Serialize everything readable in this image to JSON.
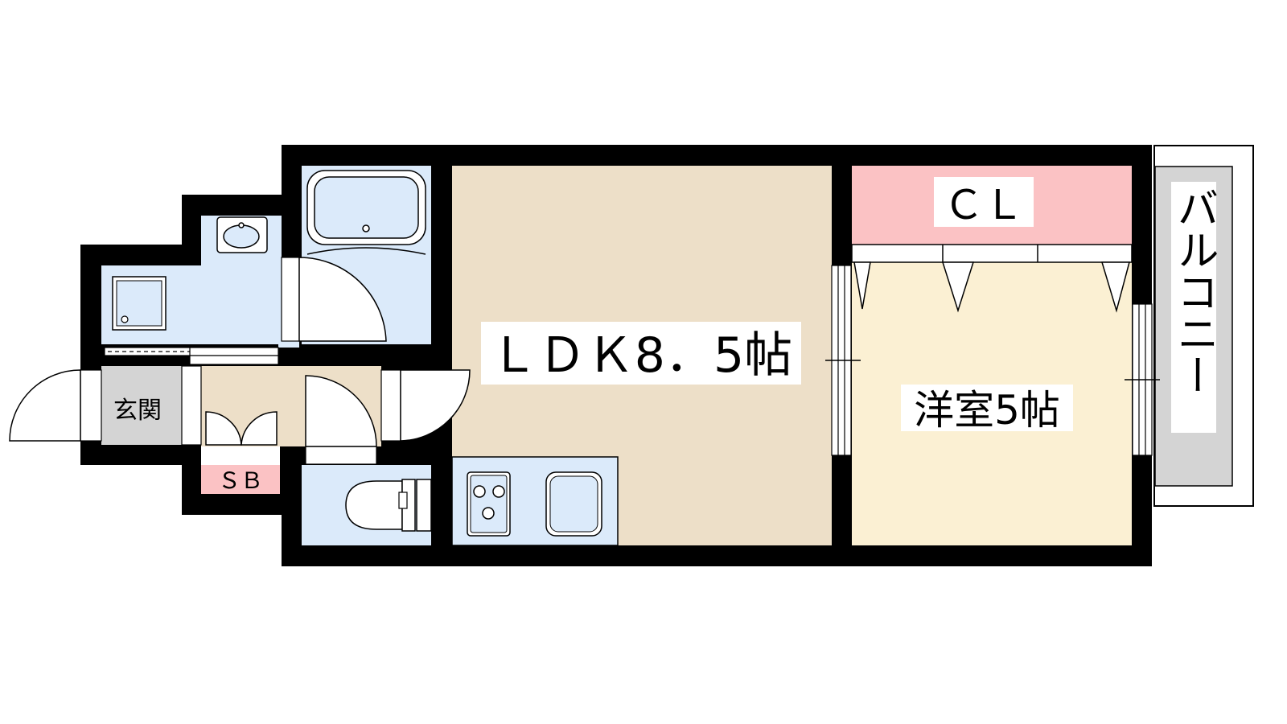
{
  "rooms": {
    "ldk": "ＬＤＫ8．5帖",
    "western": "洋室5帖",
    "closet": "ＣＬ",
    "entrance": "玄関",
    "shoe_box": "ＳＢ",
    "balcony": "バルコニー"
  },
  "colors": {
    "wall": "#000000",
    "wet_area": "#dbeafa",
    "ldk_floor": "#eddfc8",
    "western_floor": "#fbf0d3",
    "closet": "#fbc2c4",
    "entrance_floor": "#d4d4d4",
    "balcony": "#d4d4d4",
    "hall_floor": "#eddfc8",
    "shoe_box": "#fbc2c4"
  },
  "icons": [
    "bathtub-icon",
    "washbasin-icon",
    "washing-machine-icon",
    "toilet-icon",
    "stove-icon",
    "kitchen-sink-icon",
    "door-swing-icon",
    "window-icon"
  ]
}
